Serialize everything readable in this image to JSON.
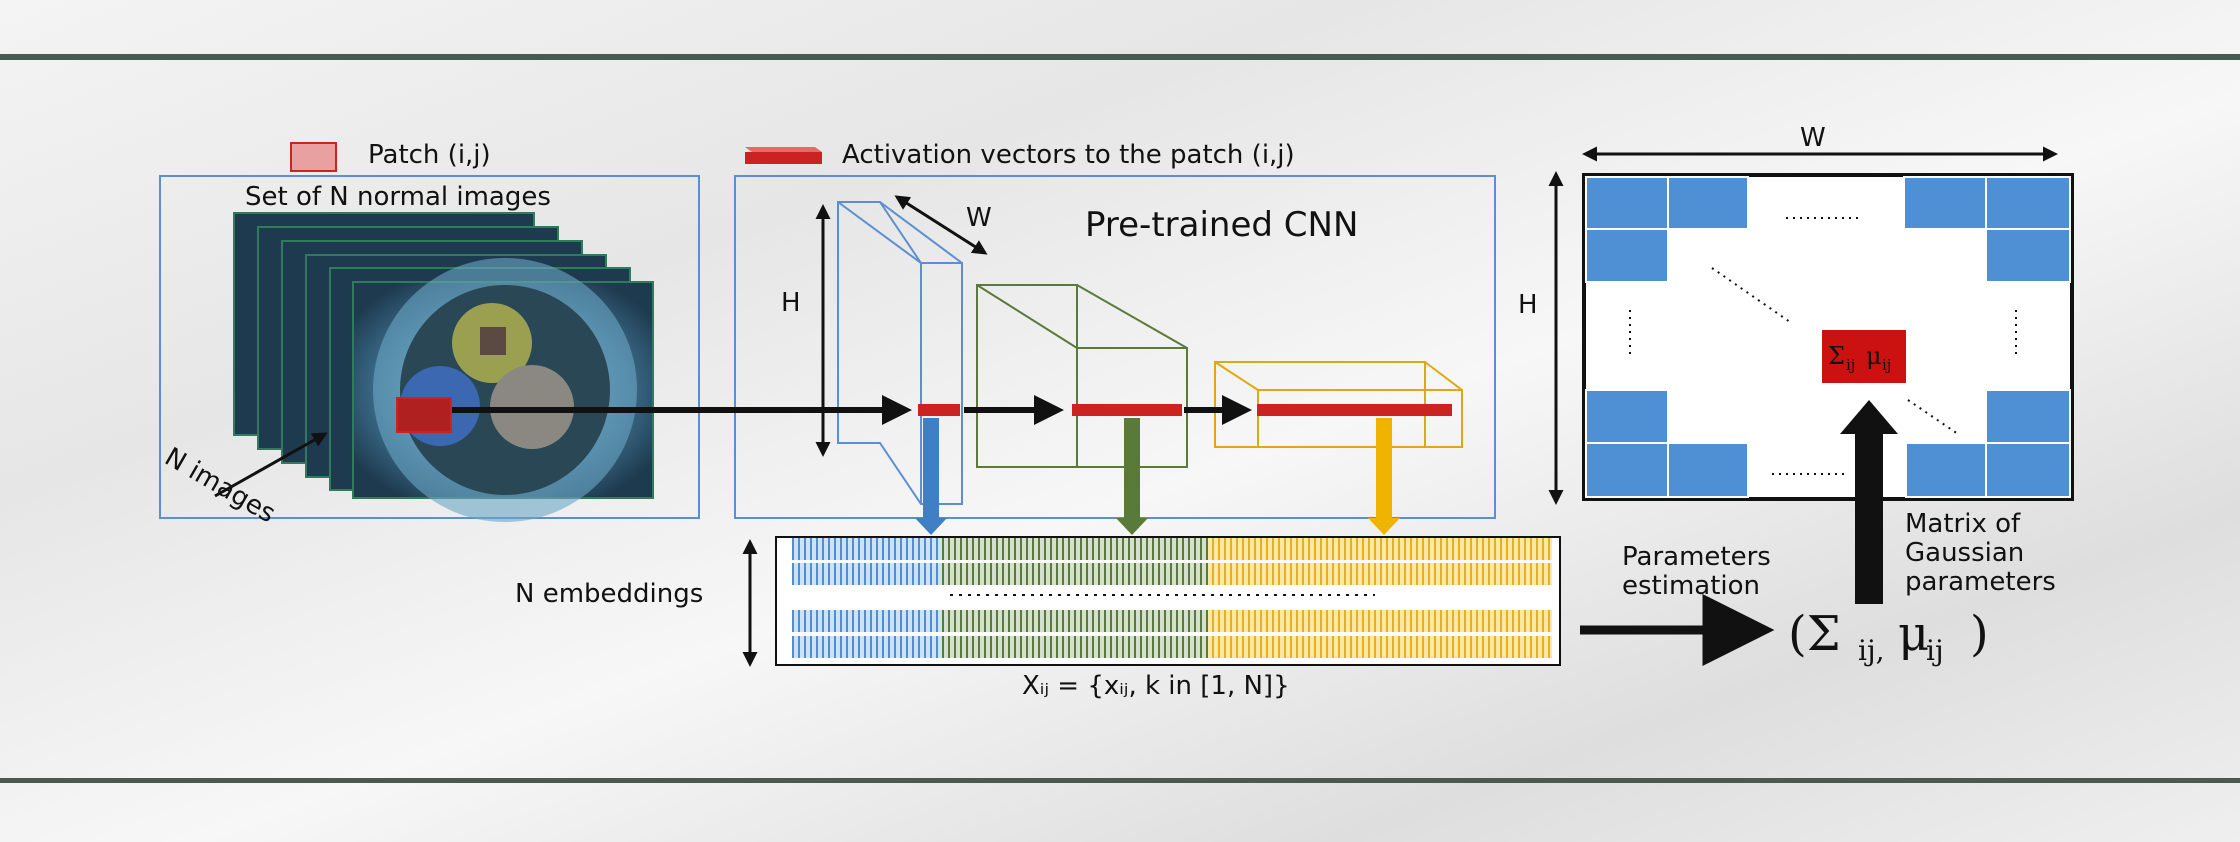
{
  "legend": {
    "patch_label": "Patch (i,j)",
    "activation_label": "Activation vectors to the patch (i,j)"
  },
  "images_box": {
    "title": "Set of N normal images",
    "depth_label": "N images"
  },
  "cnn_box": {
    "title": "Pre-trained CNN",
    "height_label": "H",
    "width_label": "W"
  },
  "embeddings": {
    "label": "N embeddings",
    "formula": "Xᵢⱼ = {xᵢⱼ, k in [1, N]}"
  },
  "estimation": {
    "label_line1": "Parameters",
    "label_line2": "estimation",
    "result_sigma": "(Σ",
    "result_sigma_sub": "ij,",
    "result_mu": "μ",
    "result_mu_sub": "ij",
    "result_close": ")"
  },
  "matrix": {
    "width_label": "W",
    "height_label": "H",
    "cell_sigma": "Σ",
    "cell_sigma_sub": "ij",
    "cell_mu": "μ",
    "cell_mu_sub": "ij",
    "caption_line1": "Matrix of",
    "caption_line2": "Gaussian",
    "caption_line3": "parameters"
  },
  "colors": {
    "rule": "#4a5a52",
    "box_border": "#5b8fcf",
    "patch_red": "#cc2222",
    "blue": "#3f7fc4",
    "green": "#5a7a3a",
    "yellow": "#f0b400",
    "matrix_blue": "#4f8fd4"
  }
}
